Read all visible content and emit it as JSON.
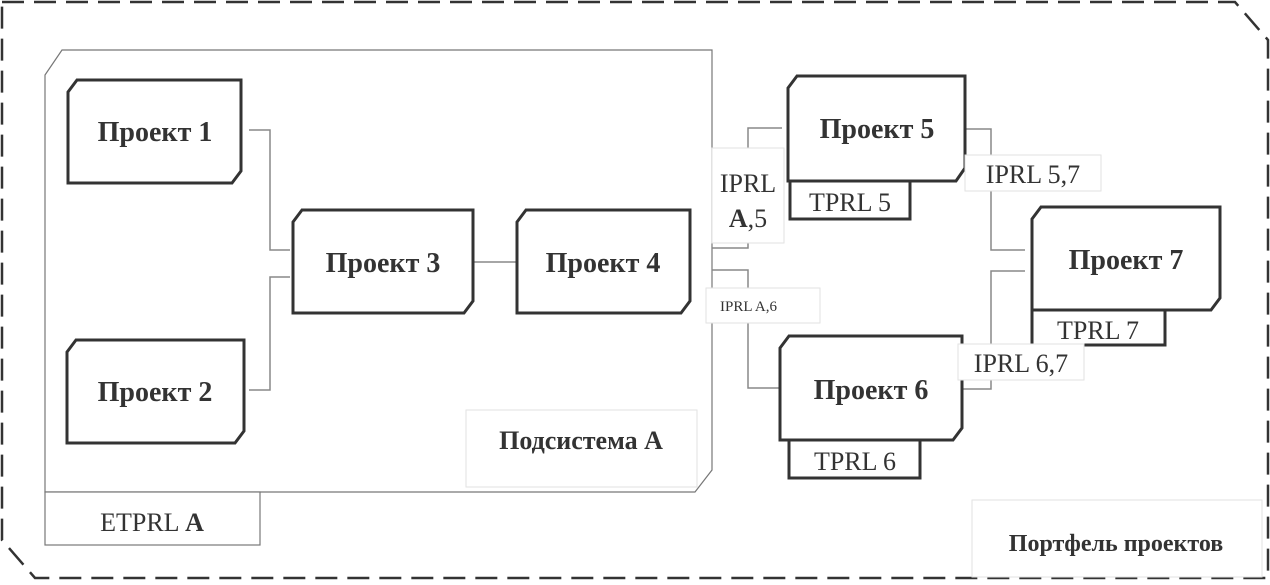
{
  "portfolio": {
    "label": "Портфель проектов"
  },
  "subsystem": {
    "label": "Подсистема A",
    "etprl_prefix": "ETPRL ",
    "etprl_suffix": "A"
  },
  "projects": {
    "p1": "Проект 1",
    "p2": "Проект 2",
    "p3": "Проект 3",
    "p4": "Проект 4",
    "p5": "Проект 5",
    "p6": "Проект 6",
    "p7": "Проект 7"
  },
  "tprl": {
    "p5": "TPRL 5",
    "p6": "TPRL 6",
    "p7": "TPRL 7"
  },
  "iprl": {
    "a5_line1": "IPRL",
    "a5_bold": "A",
    "a5_rest": ",5",
    "a6": "IPRL A,6",
    "p57": "IPRL 5,7",
    "p67": "IPRL 6,7"
  }
}
